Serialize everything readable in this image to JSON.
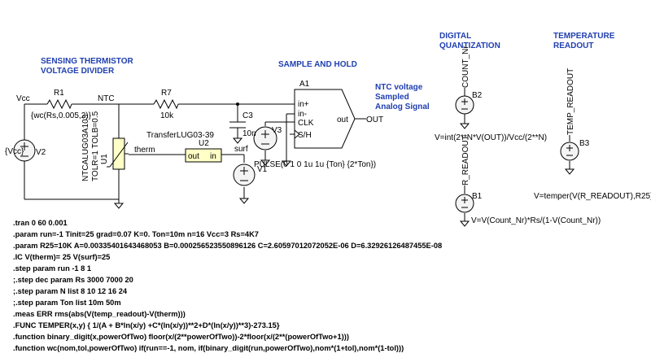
{
  "headings": {
    "sensing_1": "SENSING THERMISTOR",
    "sensing_2": "VOLTAGE DIVIDER",
    "sample_hold": "SAMPLE AND HOLD",
    "ntc_1": "NTC voltage",
    "ntc_2": "Sampled",
    "ntc_3": "Analog  Signal",
    "digital_1": "DIGITAL",
    "digital_2": "QUANTIZATION",
    "temp_1": "TEMPERATURE",
    "temp_2": "READOUT"
  },
  "labels": {
    "vcc_net": "Vcc",
    "r1": "R1",
    "r1_value": "{wc(Rs,0.005,2)}",
    "ntc_net": "NTC",
    "r7": "R7",
    "r7_value": "10k",
    "c3": "C3",
    "c3_value": "10n",
    "v2": "V2",
    "v2_value": "{Vcc}",
    "u1": "U1",
    "u1_value_1": "NTCALUG03A103",
    "u1_value_2": "TOLR=1 TOLB=0.5",
    "therm_net": "therm",
    "u2": "U2",
    "u2_value": "TransferLUG03-39",
    "u2_out": "out",
    "u2_in": "in",
    "surf_net": "surf",
    "v1": "V1",
    "a1": "A1",
    "a1_inp": "in+",
    "a1_inm": "in-",
    "a1_clk": "CLK",
    "a1_sh": "S/H",
    "a1_out": "out",
    "out_net": "OUT",
    "v3": "V3",
    "v3_value": "PULSE(0 1 0 1u 1u {Ton} {2*Ton})",
    "count_nr": "COUNT_Nr",
    "b2": "B2",
    "b2_value": "V=int(2**N*V(OUT))/Vcc/(2**N)",
    "r_readout": "R_READOUT",
    "b1": "B1",
    "b1_value": "V=V(Count_Nr)*Rs/(1-V(Count_Nr))",
    "temp_readout": "TEMP_READOUT",
    "b3": "B3",
    "b3_value": "V=temper(V(R_READOUT),R25)"
  },
  "directives": [
    ".tran 0 60 0.001",
    ".param run=-1 Tinit=25 grad=0.07 K=0. Ton=10m n=16 Vcc=3 Rs=4K7",
    ".param R25=10K A=0.00335401643468053 B=0.000256523550896126 C=2.60597012072052E-06 D=6.32926126487455E-08",
    ".IC V(therm)= 25 V(surf)=25",
    ".step param run -1 8 1",
    ";.step  dec param Rs  3000 7000 20",
    ";.step param N list  8 10  12 16 24",
    ";.step param Ton list 10m  50m",
    ".meas ERR rms(abs(V(temp_readout)-V(therm)))",
    ".FUNC TEMPER(x,y) { 1/(A + B*ln(x/y) +C*(ln(x/y))**2+D*(ln(x/y))**3)-273.15}",
    ".function binary_digit(x,powerOfTwo)  floor(x/(2**powerOfTwo))-2*floor(x/(2**(powerOfTwo+1)))",
    ".function wc(nom,tol,powerOfTwo) if(run==-1, nom, if(binary_digit(run,powerOfTwo),nom*(1+tol),nom*(1-tol)))"
  ]
}
